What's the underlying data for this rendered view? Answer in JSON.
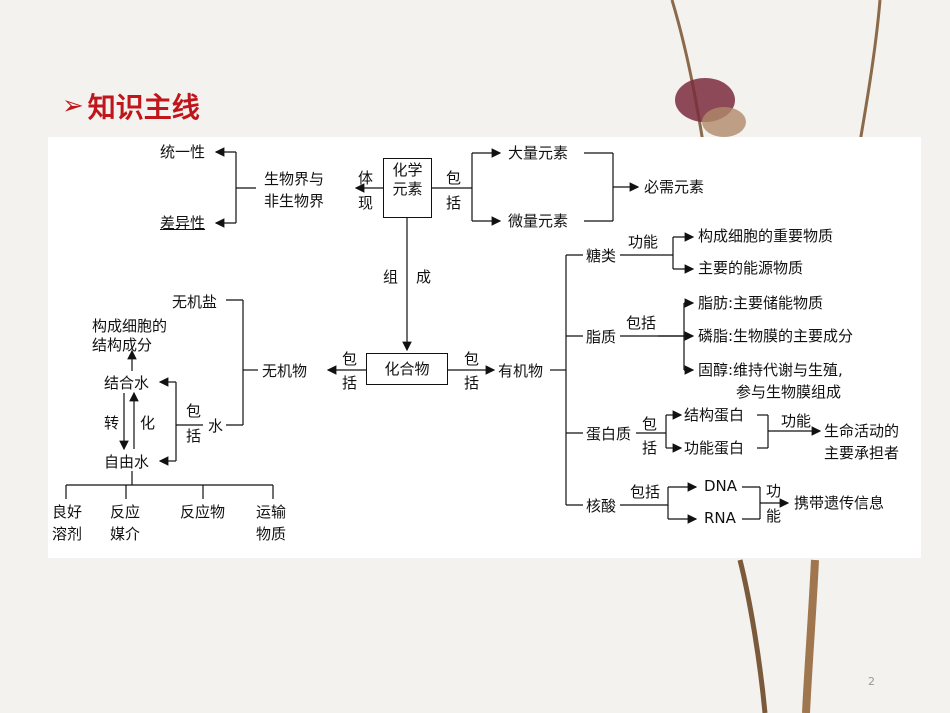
{
  "slide": {
    "title": "知识主线",
    "page_number": "2"
  },
  "colors": {
    "title": "#c0161b",
    "panel": "#ffffff",
    "line": "#111111"
  },
  "diagram": {
    "element": "化学元素",
    "compound": "化合物",
    "tiyan_1": "体",
    "tiyan_2": "现",
    "baokuo_1": "包",
    "baokuo_2": "括",
    "zucheng_1": "组",
    "zucheng_2": "成",
    "unity": "统一性",
    "difference": "差异性",
    "world_1": "生物界与",
    "world_2": "非生物界",
    "macro": "大量元素",
    "micro": "微量元素",
    "essential": "必需元素",
    "inorganic": "无机物",
    "organic": "有机物",
    "salt": "无机盐",
    "cell_struct_1": "构成细胞的",
    "cell_struct_2": "结构成分",
    "bound_water": "结合水",
    "free_water": "自由水",
    "zhuan": "转",
    "hua": "化",
    "water": "水",
    "uses": [
      "良好",
      "溶剂",
      "反应",
      "媒介",
      "反应物",
      "运输",
      "物质"
    ],
    "sugar": "糖类",
    "gongneng": "功能",
    "sugar_f1": "构成细胞的重要物质",
    "sugar_f2": "主要的能源物质",
    "lipid": "脂质",
    "fat": "脂肪:主要储能物质",
    "phospholipid": "磷脂:生物膜的主要成分",
    "sterol_1": "固醇:维持代谢与生殖,",
    "sterol_2": "参与生物膜组成",
    "protein": "蛋白质",
    "struct_protein": "结构蛋白",
    "func_protein": "功能蛋白",
    "protein_role_1": "生命活动的",
    "protein_role_2": "主要承担者",
    "nucleic": "核酸",
    "dna": "DNA",
    "rna": "RNA",
    "gong": "功",
    "neng": "能",
    "genetic_info": "携带遗传信息"
  }
}
